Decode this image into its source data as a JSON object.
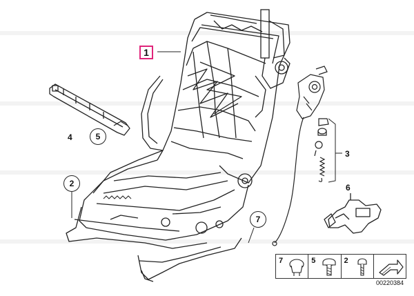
{
  "callouts": {
    "c1": "1",
    "c2": "2",
    "c3": "3",
    "c4": "4",
    "c5": "5",
    "c6": "6",
    "c7": "7"
  },
  "legend": {
    "items": [
      {
        "label": "7",
        "icon": "clip-icon"
      },
      {
        "label": "5",
        "icon": "screw-icon"
      },
      {
        "label": "2",
        "icon": "bolt-icon"
      },
      {
        "label": "",
        "icon": "arrow-icon"
      }
    ]
  },
  "diagram_id": "00220384",
  "colors": {
    "highlight": "#e0247a",
    "line": "#222222",
    "watermark": "#e8e8e8"
  }
}
